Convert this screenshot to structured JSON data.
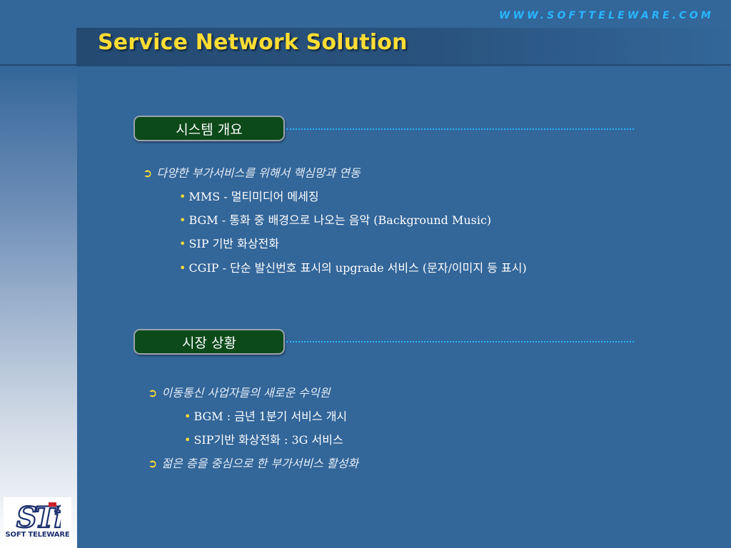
{
  "header": {
    "title": "Service Network Solution",
    "url": "WWW.SOFTTELEWARE.COM"
  },
  "sections": [
    {
      "label": "시스템 개요",
      "heading": "다양한 부가서비스를 위해서 핵심망과 연동",
      "items": [
        "MMS - 멀티미디어 메세징",
        "BGM - 통화 중 배경으로 나오는 음악 (Background Music)",
        "SIP 기반 화상전화",
        "CGIP - 단순 발신번호 표시의 upgrade 서비스 (문자/이미지 등 표시)"
      ]
    },
    {
      "label": "시장 상황",
      "heading": "이동통신 사업자들의 새로운 수익원",
      "items": [
        "BGM : 금년 1분기 서비스 개시",
        "SIP기반 화상전화 : 3G 서비스"
      ],
      "heading2": "젊은 층을 중심으로 한 부가서비스 활성화"
    }
  ],
  "logo": {
    "mark": "STI",
    "text": "SOFT TELEWARE"
  },
  "symbols": {
    "arrow": "➲",
    "bullet": "•"
  },
  "colors": {
    "background": "#336699",
    "title": "#ffdd33",
    "url": "#29b6ff",
    "pill": "#0d4a1a",
    "dotted_rule": "#29b6ff"
  }
}
